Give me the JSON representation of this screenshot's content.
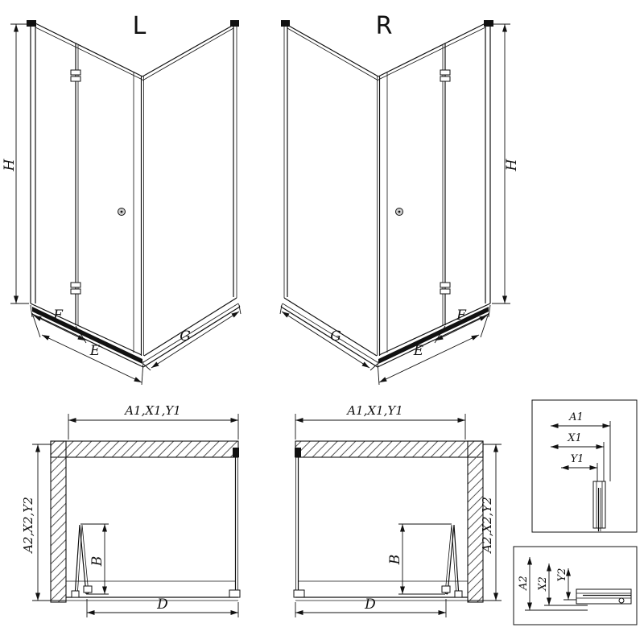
{
  "background": "#ffffff",
  "line_color": "#111111",
  "views": {
    "perspective_left": {
      "variant_label": "L",
      "dim_h": "H",
      "dim_f": "F",
      "dim_e": "E",
      "dim_g": "G"
    },
    "perspective_right": {
      "variant_label": "R",
      "dim_h": "H",
      "dim_f": "F",
      "dim_e": "E",
      "dim_g": "G"
    },
    "plan_left": {
      "dim_width": "A1,X1,Y1",
      "dim_depth": "A2,X2,Y2",
      "dim_b": "B",
      "dim_d": "D"
    },
    "plan_right": {
      "dim_width": "A1,X1,Y1",
      "dim_depth": "A2,X2,Y2",
      "dim_b": "B",
      "dim_d": "D"
    },
    "detail_top": {
      "dim_a1": "A1",
      "dim_x1": "X1",
      "dim_y1": "Y1"
    },
    "detail_bottom": {
      "dim_a2": "A2",
      "dim_x2": "X2",
      "dim_y2": "Y2"
    }
  }
}
